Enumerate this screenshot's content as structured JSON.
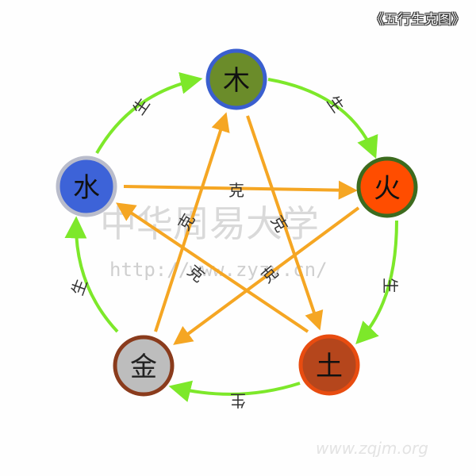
{
  "title": "《五行生克图》",
  "generate_label": "生",
  "restrain_label": "克",
  "watermarks": {
    "site_name": "中华周易大学",
    "site_url": "http://www.zyzy.cn/",
    "corner_url": "www.zqjm.org"
  },
  "elements": [
    {
      "id": "wood",
      "glyph": "木",
      "fill": "#6b8c2a",
      "ring": "#3a5fcf"
    },
    {
      "id": "fire",
      "glyph": "火",
      "fill": "#ff4d00",
      "ring": "#3c6b1e"
    },
    {
      "id": "earth",
      "glyph": "土",
      "fill": "#b5461c",
      "ring": "#e84c10"
    },
    {
      "id": "metal",
      "glyph": "金",
      "fill": "#bdbdbd",
      "ring": "#8a3b1c"
    },
    {
      "id": "water",
      "glyph": "水",
      "fill": "#3d63d8",
      "ring": "#b9bccb"
    }
  ],
  "colors": {
    "generate_arrow": "#7de82a",
    "restrain_arrow": "#f5a623"
  }
}
